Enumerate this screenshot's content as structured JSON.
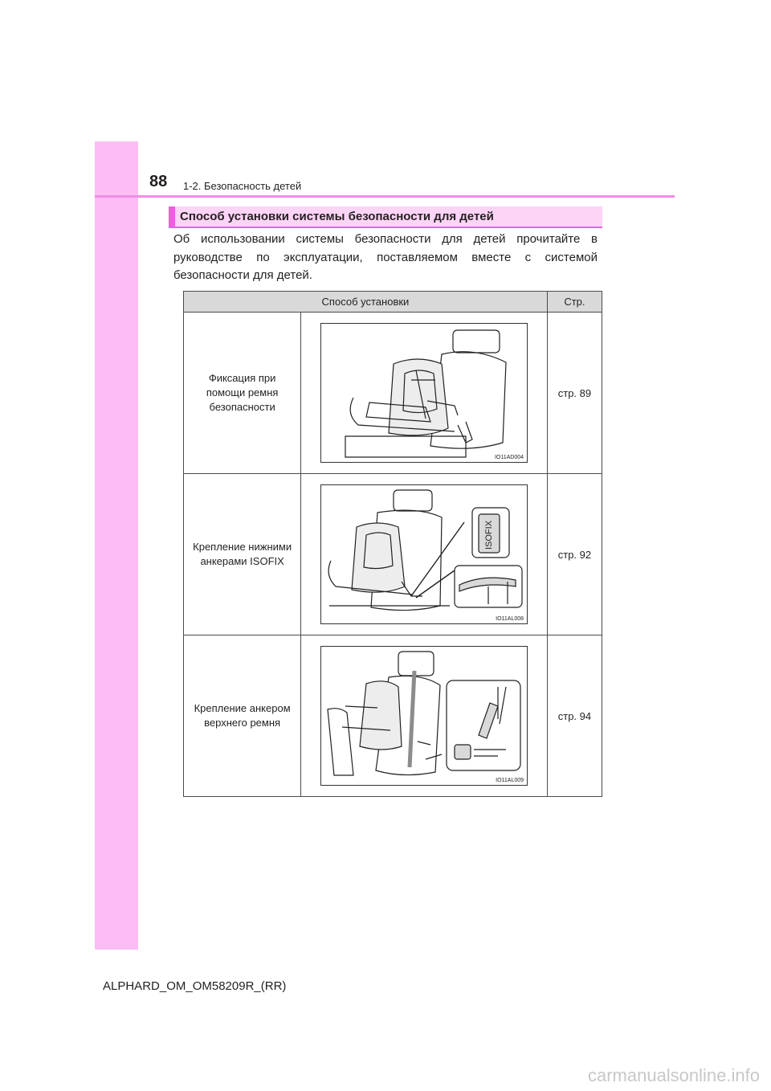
{
  "header": {
    "page_number": "88",
    "section": "1-2. Безопасность детей"
  },
  "section_title": "Способ установки системы безопасности для детей",
  "intro": "Об использовании системы безопасности для детей прочитайте в руководстве по эксплуатации, поставляемом вместе с системой безопасности для детей.",
  "table": {
    "headers": [
      "Способ установки",
      "Стр."
    ],
    "rows": [
      {
        "method": "Фиксация при\nпомощи ремня\nбезопасности",
        "image_code": "IO11AD004",
        "page": "стр. 89"
      },
      {
        "method": "Крепление нижними\nанкерами ISOFIX",
        "image_code": "IO11AL008",
        "page": "стр. 92",
        "callout_text": "ISOFIX"
      },
      {
        "method": "Крепление анкером\nверхнего ремня",
        "image_code": "IO11AL009",
        "page": "стр. 94"
      }
    ]
  },
  "footer": {
    "doc_code": "ALPHARD_OM_OM58209R_(RR)",
    "watermark": "carmanualsonline.info"
  },
  "colors": {
    "side_strip": "#fbbdf3",
    "accent": "#ec5fde",
    "title_fill": "#fcd4f6",
    "table_header": "#d9d9d9"
  }
}
